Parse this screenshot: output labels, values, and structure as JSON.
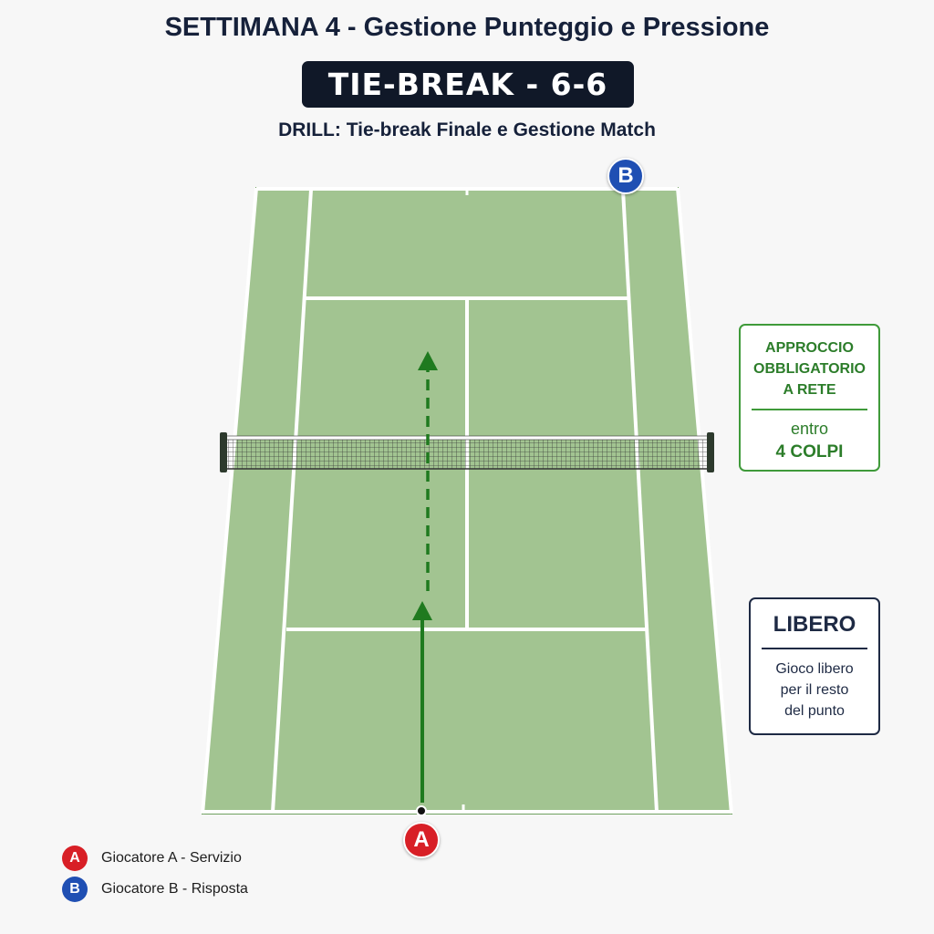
{
  "header": {
    "title": "SETTIMANA 4 - Gestione Punteggio e Pressione",
    "banner": "TIE-BREAK - 6-6",
    "subtitle": "DRILL: Tie-break Finale e Gestione Match"
  },
  "players": {
    "a": {
      "letter": "A",
      "color": "#d81f26"
    },
    "b": {
      "letter": "B",
      "color": "#1f4fb3"
    }
  },
  "approach_box": {
    "title_lines": [
      "APPROCCIO",
      "OBBLIGATORIO",
      "A RETE"
    ],
    "sub": "entro",
    "value": "4 COLPI"
  },
  "free_box": {
    "title": "LIBERO",
    "desc_lines": [
      "Gioco libero",
      "per il resto",
      "del punto"
    ]
  },
  "legend": [
    {
      "letter": "A",
      "color": "#d81f26",
      "label": "Giocatore A - Servizio"
    },
    {
      "letter": "B",
      "color": "#1f4fb3",
      "label": "Giocatore B - Risposta"
    }
  ],
  "colors": {
    "court": "#a2c491",
    "line": "#ffffff",
    "arrow": "#1f7a1f"
  }
}
